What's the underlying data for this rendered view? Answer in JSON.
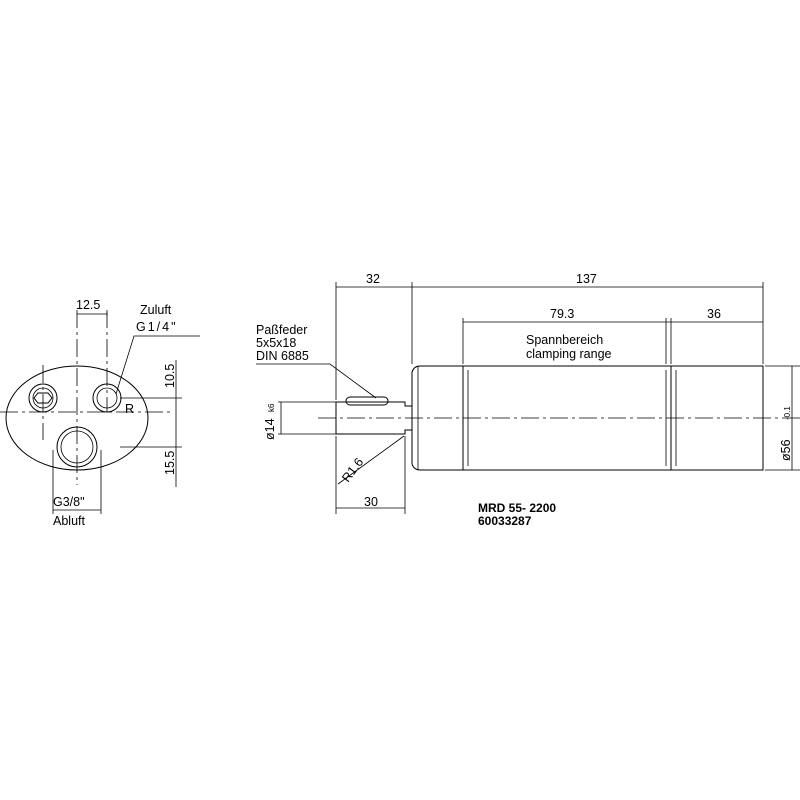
{
  "side_view": {
    "dim_offset_x": "12.5",
    "dim_upper": "10.5",
    "dim_lower": "15.5",
    "inlet_label": "Zuluft",
    "inlet_thread": "G1/4\"",
    "radius_label": "R",
    "outlet_thread": "G3/8\"",
    "outlet_label": "Abluft"
  },
  "front_view": {
    "dim_shaft_length": "32",
    "dim_body_length": "137",
    "dim_clamping": "79.3",
    "dim_end": "36",
    "dim_shaft_lower": "30",
    "key_label_line1": "Paßfeder",
    "key_label_line2": "5x5x18",
    "key_label_line3": "DIN  6885",
    "clamping_label_line1": "Spannbereich",
    "clamping_label_line2": "clamping range",
    "shaft_diameter": "ø14",
    "shaft_tolerance": "k6",
    "body_diameter": "ø56",
    "body_tolerance": "-0.1",
    "fillet_radius": "R1.6"
  },
  "part": {
    "model": "MRD 55- 2200",
    "number": "60033287"
  }
}
